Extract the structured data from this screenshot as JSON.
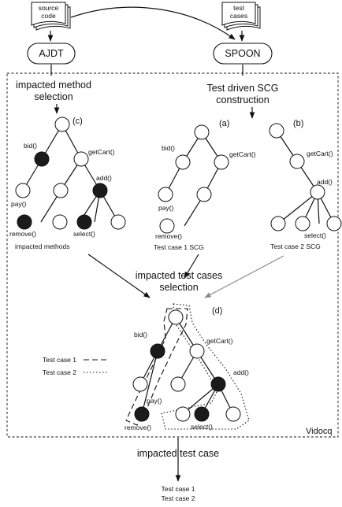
{
  "inputs": {
    "source_code": [
      "source",
      "code"
    ],
    "test_cases": [
      "test",
      "cases"
    ]
  },
  "tools": {
    "ajdt": "AJDT",
    "spoon": "SPOON"
  },
  "steps": {
    "impacted_method_selection": [
      "impacted method",
      "selection"
    ],
    "scg_construction": [
      "Test driven SCG",
      "construction"
    ],
    "impacted_test_cases_selection": [
      "impacted test cases",
      "selection"
    ],
    "impacted_test_case": "impacted test case"
  },
  "panels": {
    "c": {
      "tag": "(c)",
      "caption": "impacted methods",
      "labels": {
        "bid": "bid()",
        "getCart": "getCart()",
        "pay": "pay()",
        "add": "add()",
        "remove": "remove()",
        "select": "select()"
      }
    },
    "a": {
      "tag": "(a)",
      "caption": "Test case 1 SCG",
      "labels": {
        "bid": "bid()",
        "getCart": "getCart()",
        "pay": "pay()",
        "remove": "remove()"
      }
    },
    "b": {
      "tag": "(b)",
      "caption": "Test case 2 SCG",
      "labels": {
        "getCart": "getCart()",
        "add": "add()",
        "select": "select()"
      }
    },
    "d": {
      "tag": "(d)",
      "labels": {
        "bid": "bid()",
        "getCart": "getCart()",
        "pay": "pay()",
        "add": "add()",
        "remove": "remove()",
        "select": "select()"
      }
    }
  },
  "legend": {
    "test_case_1": "Test case 1",
    "test_case_2": "Test case 2"
  },
  "container_label": "Vidocq",
  "output": [
    "Test case 1",
    "Test case 2"
  ]
}
